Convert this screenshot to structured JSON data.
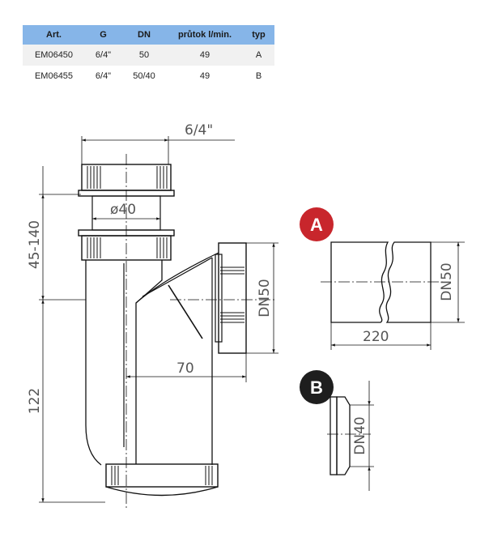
{
  "table": {
    "headers": [
      "Art.",
      "G",
      "DN",
      "průtok l/min.",
      "typ"
    ],
    "rows": [
      [
        "EM06450",
        "6/4\"",
        "50",
        "49",
        "A"
      ],
      [
        "EM06455",
        "6/4\"",
        "50/40",
        "49",
        "B"
      ]
    ],
    "header_color": "#86b5e8"
  },
  "drawing": {
    "dim_top": "6/4\"",
    "dim_bore": "ø40",
    "dim_upper_height": "45-140",
    "dim_lower_height": "122",
    "dim_outlet": "DN50",
    "dim_offset": "70"
  },
  "variant_a": {
    "badge": "A",
    "badge_color": "#c8262c",
    "dim_diameter": "DN50",
    "dim_length": "220"
  },
  "variant_b": {
    "badge": "B",
    "badge_color": "#1e1e1e",
    "dim_diameter": "DN40"
  }
}
